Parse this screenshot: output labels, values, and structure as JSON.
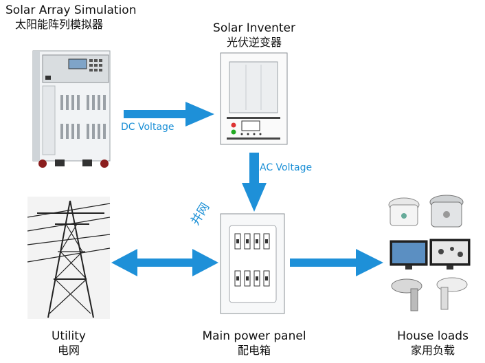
{
  "solar_array": {
    "title": "Solar Array Simulation",
    "subtitle": "太阳能阵列模拟器"
  },
  "inverter": {
    "title": "Solar Inventer",
    "subtitle": "光伏逆变器"
  },
  "arrows": {
    "dc_label": "DC Voltage",
    "ac_label": "AC Voltage",
    "grid_label": "并网"
  },
  "utility": {
    "title": "Utility",
    "subtitle": "电网"
  },
  "panel": {
    "title": "Main power panel",
    "subtitle": "配电箱"
  },
  "loads": {
    "title": "House loads",
    "subtitle": "家用负载"
  },
  "colors": {
    "arrow": "#1e90d8",
    "label": "#1a8fd6"
  }
}
